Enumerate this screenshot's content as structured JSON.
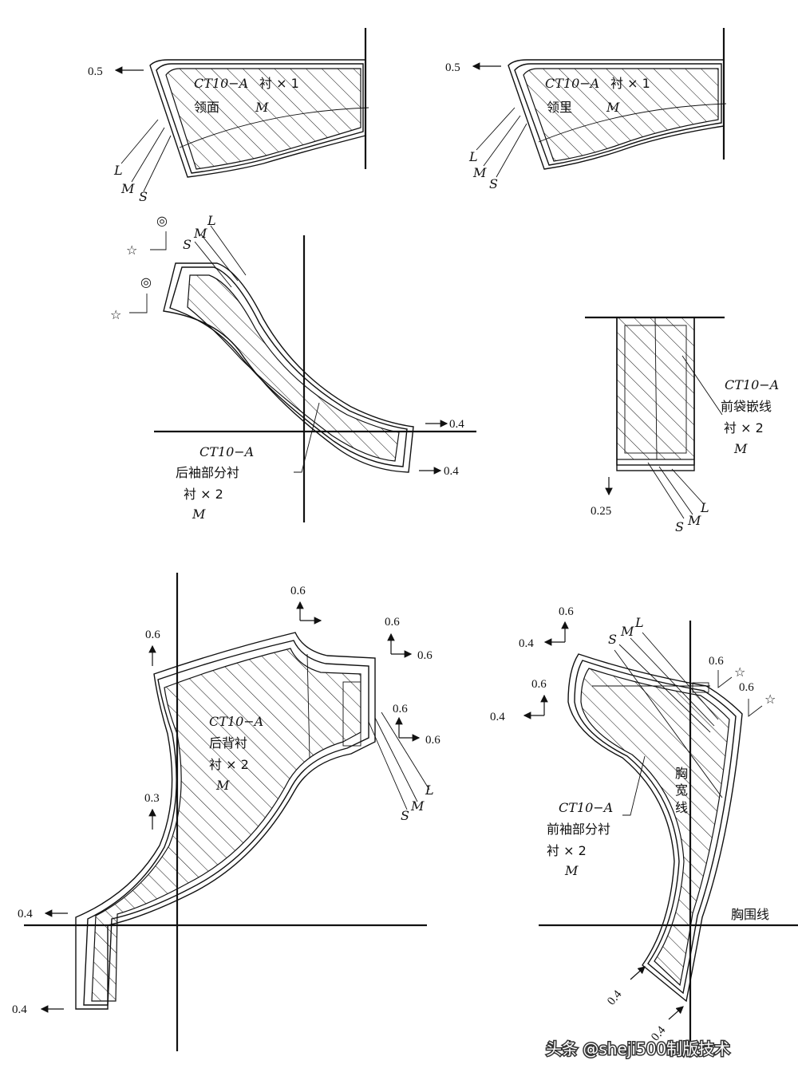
{
  "collar_face": {
    "offset": "0.5",
    "code": "CT10−A",
    "qty": "衬 × 1",
    "name": "领面",
    "size": "M",
    "labels": [
      "L",
      "M",
      "S"
    ]
  },
  "collar_under": {
    "offset": "0.5",
    "code": "CT10−A",
    "qty": "衬 × 1",
    "name": "领里",
    "size": "M",
    "labels": [
      "L",
      "M",
      "S"
    ]
  },
  "back_sleeve": {
    "code": "CT10−A",
    "name": "后袖部分衬",
    "qty": "衬 × 2",
    "size": "M",
    "offset_right_top": "0.4",
    "offset_right_bottom": "0.4",
    "labels": [
      "S",
      "M",
      "L"
    ],
    "symbols": [
      "◎",
      "☆",
      "◎",
      "☆"
    ]
  },
  "pocket": {
    "code": "CT10−A",
    "name": "前袋嵌线",
    "qty": "衬 × 2",
    "size": "M",
    "offset_bottom": "0.25",
    "labels": [
      "S",
      "M",
      "L"
    ]
  },
  "back": {
    "code": "CT10−A",
    "name": "后背衬",
    "qty": "衬 × 2",
    "size": "M",
    "offsets": [
      "0.6",
      "0.6",
      "0.6",
      "0.6",
      "0.6",
      "0.6",
      "0.3",
      "0.4",
      "0.4"
    ],
    "labels": [
      "S",
      "M",
      "L"
    ]
  },
  "front_sleeve": {
    "code": "CT10−A",
    "name": "前袖部分衬",
    "qty": "衬 × 2",
    "size": "M",
    "chest_width": [
      "胸",
      "宽",
      "线"
    ],
    "bust_line": "胸围线",
    "offsets": [
      "0.6",
      "0.4",
      "0.6",
      "0.4",
      "0.6",
      "0.6",
      "0.4",
      "0.4"
    ],
    "labels": [
      "S",
      "M",
      "L"
    ],
    "symbols": [
      "☆",
      "☆"
    ]
  },
  "watermark": "头条 @sheji500制版技术"
}
